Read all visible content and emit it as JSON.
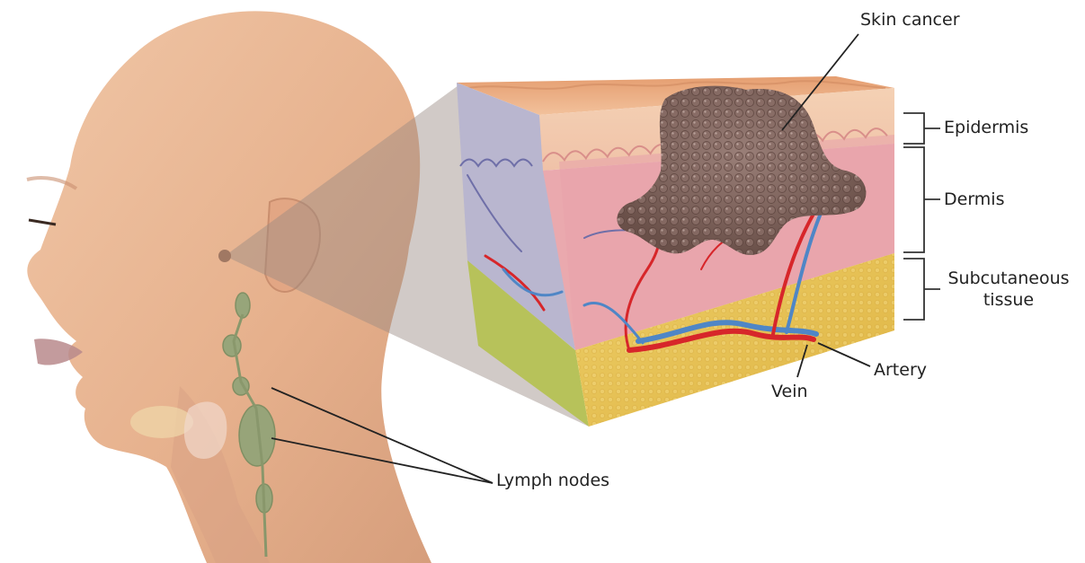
{
  "labels": {
    "skin_cancer": "Skin cancer",
    "epidermis": "Epidermis",
    "dermis": "Dermis",
    "subcutaneous_line1": "Subcutaneous",
    "subcutaneous_line2": "tissue",
    "artery": "Artery",
    "vein": "Vein",
    "lymph_nodes": "Lymph nodes"
  },
  "colors": {
    "skin": "#e8b48e",
    "dermis": "#e9a9ae",
    "subcutaneous": "#e8c65a",
    "tumor": "#7d625c",
    "artery": "#d7262a",
    "vein": "#4f86c6",
    "lymph": "#8aa377"
  }
}
